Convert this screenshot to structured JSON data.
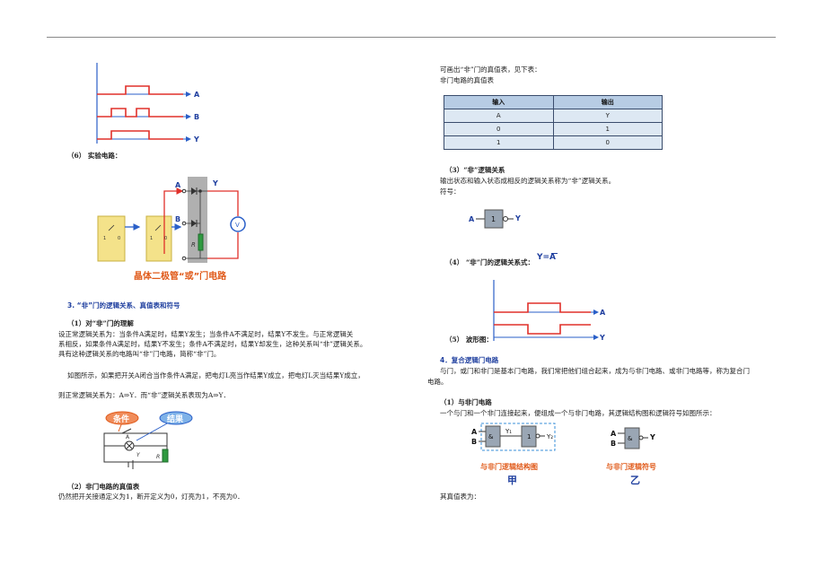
{
  "left": {
    "sec6_label": "（6）  实验电路：",
    "circuit_caption": "晶体二极管“或”门电路",
    "sec3_heading": "3. “非”门的逻辑关系、真值表和符号",
    "sub1_heading": "（1）对“非”门的理解",
    "para1_line1": "设正常逻辑关系为：当条件A满足时，结果Y发生；当条件A不满足时，结果Y不发生。与正常逻辑关",
    "para1_line2": "系相反，如果条件A满足时，结果Y不发生；条件A不满足时，结果Y却发生，这种关系叫“非”逻辑关系。",
    "para1_line3": "具有这种逻辑关系的电路叫“非”门电路，简称“非”门。",
    "para2_line1": "如图所示，如果把开关A闭合当作条件A满足，把电灯L亮当作结果Y成立，把电灯L灭当结果Y成立，",
    "para2_line2": "则正常逻辑关系为：A⇒Y．而“非”逻辑关系表现为A⇒Y．",
    "bubble_condition": "条件",
    "bubble_result": "结果",
    "sub2_heading": "（2）非门电路的真值表",
    "para3": "仍然把开关接通定义为1，断开定义为0，灯亮为1，不亮为0．"
  },
  "right": {
    "intro_line1": "可画出“非”门的真值表，见下表：",
    "intro_line2": "非门电路的真值表",
    "truth_table": {
      "headers": [
        "输入",
        "输出"
      ],
      "rows": [
        [
          "A",
          "Y"
        ],
        [
          "0",
          "1"
        ],
        [
          "1",
          "0"
        ]
      ]
    },
    "sub3_heading": "（3）“非”逻辑关系",
    "sub3_text": "输出状态和输入状态成相反的逻辑关系称为“非”逻辑关系。",
    "symbol_label": "符号：",
    "sub4_heading": "（4） “非”门的逻辑关系式：",
    "formula": "Y=A",
    "sub5_heading": "（5） 波形图：",
    "sec4_heading": "4．复合逻辑门电路",
    "sec4_line1": "与门，或门和非门是基本门电路，我们常把他们组合起来，成为与非门电路、或非门电路等，称为复合门",
    "sec4_line2": "电路。",
    "sub_nand_heading": "（1）与非门电路",
    "nand_text": "一个与门和一个非门连接起来，便组成一个与非门电路，其逻辑结构图和逻辑符号如图所示：",
    "caption_structure": "与非门逻辑结构图",
    "caption_symbol": "与非门逻辑符号",
    "label_jia": "甲",
    "label_yi": "乙",
    "truth_value_label": "其真值表为："
  },
  "colors": {
    "wave_red": "#e0302a",
    "wave_blue": "#2a5fc8",
    "gate_gray": "#9aa6b4",
    "caption_red": "#e05a1a",
    "heading_blue": "#1f3f9f",
    "table_head": "#b7cce4",
    "table_cell": "#dde8f3"
  }
}
